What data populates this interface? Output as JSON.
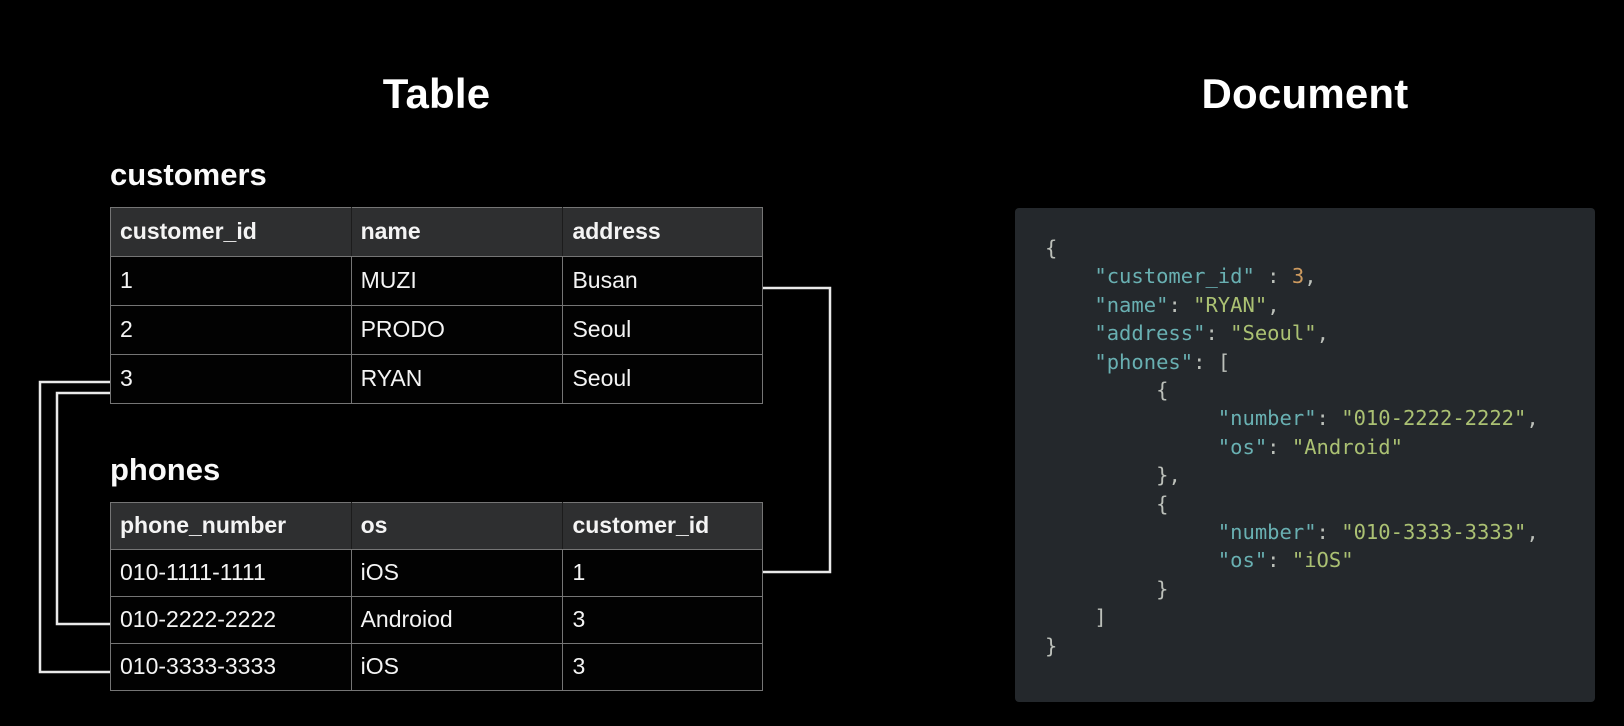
{
  "left": {
    "title": "Table",
    "tables": [
      {
        "name": "customers",
        "columns": [
          "customer_id",
          "name",
          "address"
        ],
        "rows": [
          [
            "1",
            "MUZI",
            "Busan"
          ],
          [
            "2",
            "PRODO",
            "Seoul"
          ],
          [
            "3",
            "RYAN",
            "Seoul"
          ]
        ]
      },
      {
        "name": "phones",
        "columns": [
          "phone_number",
          "os",
          "customer_id"
        ],
        "rows": [
          [
            "010-1111-1111",
            "iOS",
            "1"
          ],
          [
            "010-2222-2222",
            "Androiod",
            "3"
          ],
          [
            "010-3333-3333",
            "iOS",
            "3"
          ]
        ]
      }
    ]
  },
  "right": {
    "title": "Document",
    "document": {
      "customer_id": 3,
      "name": "RYAN",
      "address": "Seoul",
      "phones": [
        {
          "number": "010-2222-2222",
          "os": "Android"
        },
        {
          "number": "010-3333-3333",
          "os": "iOS"
        }
      ]
    },
    "code_lines": [
      [
        [
          "{",
          "p"
        ]
      ],
      [
        [
          "    ",
          "w"
        ],
        [
          "\"customer_id\"",
          "k"
        ],
        [
          " : ",
          "p"
        ],
        [
          "3",
          "n"
        ],
        [
          ",",
          "p"
        ]
      ],
      [
        [
          "    ",
          "w"
        ],
        [
          "\"name\"",
          "k"
        ],
        [
          ": ",
          "p"
        ],
        [
          "\"RYAN\"",
          "s"
        ],
        [
          ",",
          "p"
        ]
      ],
      [
        [
          "    ",
          "w"
        ],
        [
          "\"address\"",
          "k"
        ],
        [
          ": ",
          "p"
        ],
        [
          "\"Seoul\"",
          "s"
        ],
        [
          ",",
          "p"
        ]
      ],
      [
        [
          "    ",
          "w"
        ],
        [
          "\"phones\"",
          "k"
        ],
        [
          ": ",
          "p"
        ],
        [
          "[",
          "p"
        ]
      ],
      [
        [
          "         ",
          "w"
        ],
        [
          "{",
          "p"
        ]
      ],
      [
        [
          "              ",
          "w"
        ],
        [
          "\"number\"",
          "k"
        ],
        [
          ": ",
          "p"
        ],
        [
          "\"010-2222-2222\"",
          "s"
        ],
        [
          ",",
          "p"
        ]
      ],
      [
        [
          "              ",
          "w"
        ],
        [
          "\"os\"",
          "k"
        ],
        [
          ": ",
          "p"
        ],
        [
          "\"Android\"",
          "s"
        ]
      ],
      [
        [
          "         ",
          "w"
        ],
        [
          "}",
          "p"
        ],
        [
          ",",
          "p"
        ]
      ],
      [
        [
          "         ",
          "w"
        ],
        [
          "{",
          "p"
        ]
      ],
      [
        [
          "              ",
          "w"
        ],
        [
          "\"number\"",
          "k"
        ],
        [
          ": ",
          "p"
        ],
        [
          "\"010-3333-3333\"",
          "s"
        ],
        [
          ",",
          "p"
        ]
      ],
      [
        [
          "              ",
          "w"
        ],
        [
          "\"os\"",
          "k"
        ],
        [
          ": ",
          "p"
        ],
        [
          "\"iOS\"",
          "s"
        ]
      ],
      [
        [
          "         ",
          "w"
        ],
        [
          "}",
          "p"
        ]
      ],
      [
        [
          "    ",
          "w"
        ],
        [
          "]",
          "p"
        ]
      ],
      [
        [
          "}",
          "p"
        ]
      ]
    ]
  },
  "relationships": [
    {
      "from": "customers.customer_id = 1",
      "to": "phones row 010-1111-1111",
      "side": "right"
    },
    {
      "from": "customers.customer_id = 3",
      "to": "phones row 010-2222-2222",
      "side": "left"
    },
    {
      "from": "customers.customer_id = 3",
      "to": "phones row 010-3333-3333",
      "side": "left"
    }
  ],
  "colors": {
    "background": "#000000",
    "text": "#f4f4f4",
    "table_header_bg": "#2e2f30",
    "table_row_bg": "#020202",
    "table_border": "#757575",
    "header_divider": "#1c1c1c",
    "connector": "#e9e9e9",
    "panel_bg": "#24282c",
    "code_key": "#69b0b2",
    "code_string": "#abc173",
    "code_number": "#cd9a5f",
    "code_punct": "#bcc0ba"
  }
}
